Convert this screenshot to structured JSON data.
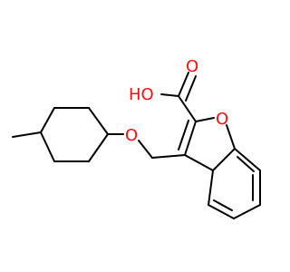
{
  "molecule": {
    "atoms": {
      "ring_oxygen": "O",
      "ether_oxygen": "O",
      "carbonyl_oxygen": "O",
      "hydroxyl": "HO"
    }
  },
  "colors": {
    "bond": "#000000",
    "oxygen": "#ff0d0d",
    "background": "#ffffff"
  }
}
